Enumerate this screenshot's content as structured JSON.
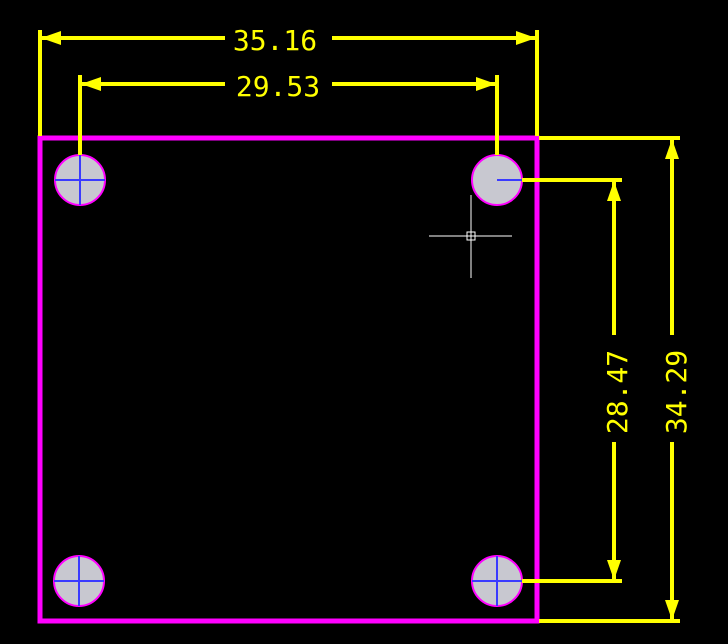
{
  "colors": {
    "background": "#000000",
    "board_outline": "#ff00ff",
    "dimension": "#ffff00",
    "hole_fill": "#c8c8d0",
    "hole_edge": "#ff00ff",
    "hole_cross": "#3a3aff",
    "cursor": "#ffffff"
  },
  "dimensions": {
    "outer_width": "35.16",
    "hole_spacing_x": "29.53",
    "hole_spacing_y": "28.47",
    "outer_height": "34.29"
  },
  "holes": [
    {
      "name": "top-left",
      "cross": true
    },
    {
      "name": "top-right",
      "cross": false
    },
    {
      "name": "bottom-left",
      "cross": true
    },
    {
      "name": "bottom-right",
      "cross": true
    }
  ]
}
